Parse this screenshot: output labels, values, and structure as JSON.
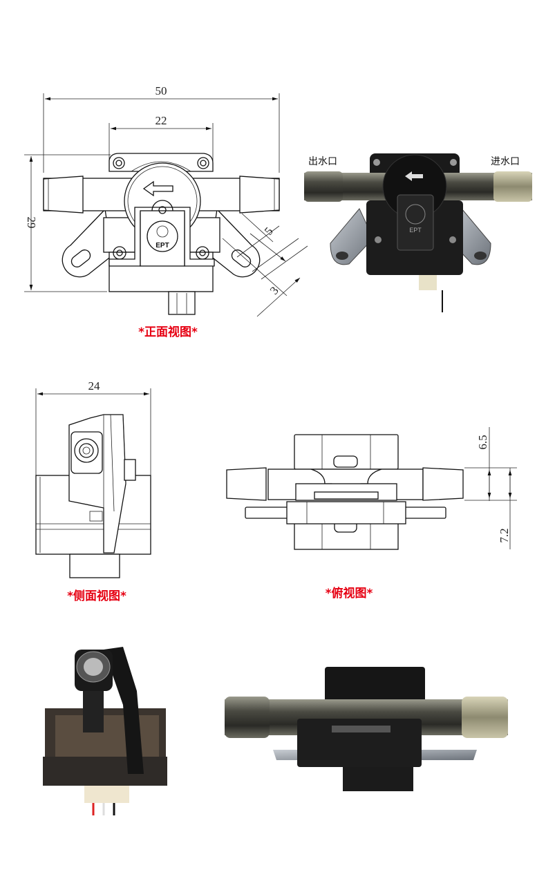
{
  "front_view": {
    "caption": "*正面视图*",
    "dims": {
      "overall_width": "50",
      "body_width": "22",
      "height": "29",
      "slot_width": "5",
      "slot_offset": "3"
    },
    "logo_text": "EPT"
  },
  "front_photo": {
    "outlet_label": "出水口",
    "inlet_label": "进水口",
    "logo_text": "EPT"
  },
  "side_view": {
    "caption": "*侧面视图*",
    "dims": {
      "depth": "24"
    }
  },
  "top_view": {
    "caption": "*俯视图*",
    "dims": {
      "upper": "6.5",
      "lower": "7.2"
    }
  },
  "colors": {
    "caption": "#e60012",
    "line": "#111111",
    "pump_body": "#1c1c1c"
  }
}
